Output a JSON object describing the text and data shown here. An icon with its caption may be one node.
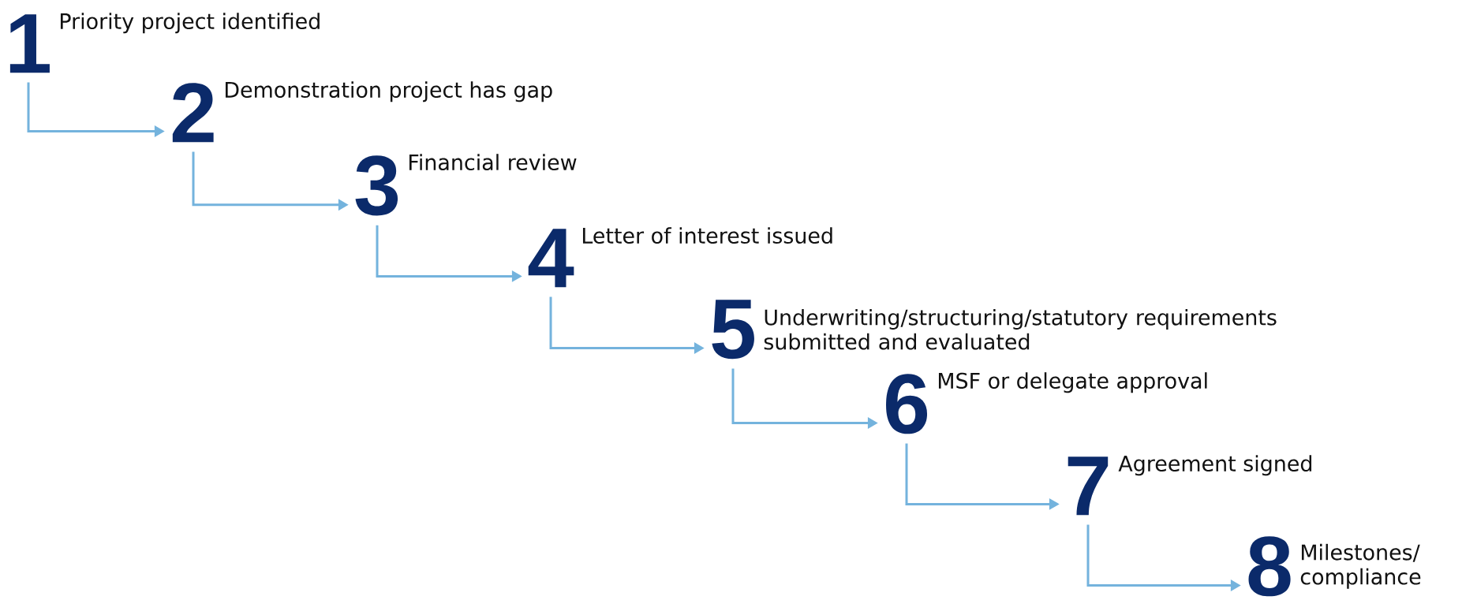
{
  "diagram": {
    "nodes": [
      {
        "text": [
          "1",
          "Priority project identified"
        ]
      },
      {
        "text": [
          "2",
          "Demonstration project has gap"
        ]
      },
      {
        "text": [
          "3",
          "Financial review"
        ]
      },
      {
        "text": [
          "4",
          "Letter of interest issued"
        ]
      },
      {
        "text": [
          "5",
          "Underwriting/structuring/statutory requirements submitted and evaluated"
        ]
      },
      {
        "text": [
          "6",
          "MSF or delegate approval"
        ]
      },
      {
        "text": [
          "7",
          "Agreement signed"
        ]
      },
      {
        "text": [
          "8",
          "Milestones/ compliance"
        ]
      }
    ],
    "edges": [
      {
        "from": 0,
        "to": 1,
        "arrow": "to"
      },
      {
        "from": 1,
        "to": 2,
        "arrow": "to"
      },
      {
        "from": 2,
        "to": 3,
        "arrow": "to"
      },
      {
        "from": 3,
        "to": 4,
        "arrow": "to"
      },
      {
        "from": 4,
        "to": 5,
        "arrow": "to"
      },
      {
        "from": 5,
        "to": 6,
        "arrow": "to"
      },
      {
        "from": 6,
        "to": 7,
        "arrow": "to"
      }
    ]
  }
}
